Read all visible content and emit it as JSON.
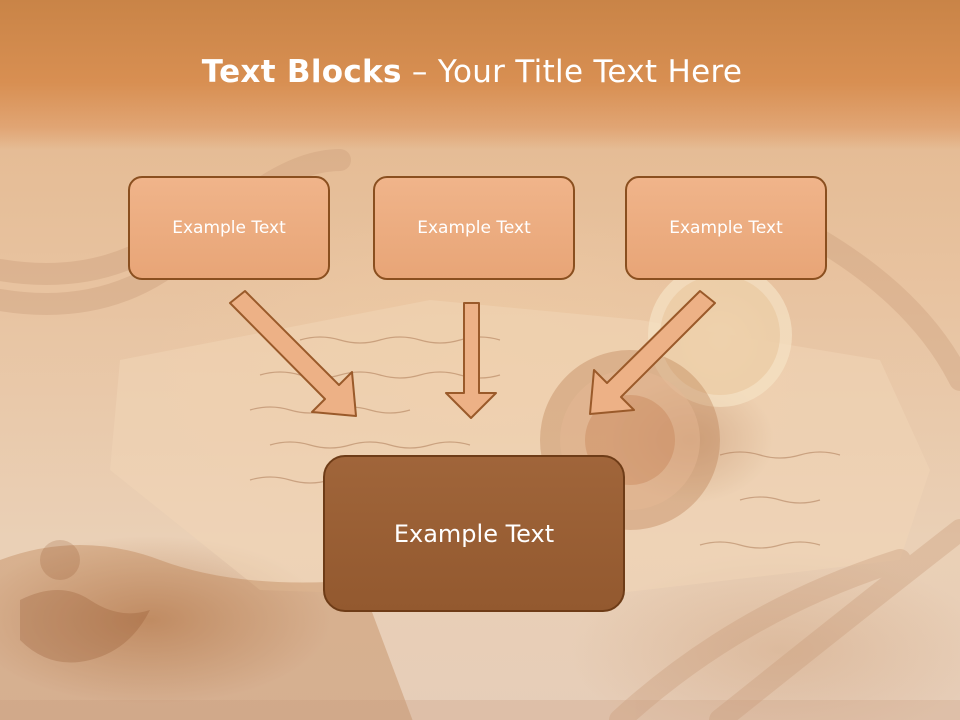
{
  "slide": {
    "title_bold": "Text Blocks",
    "title_separator": " – ",
    "title_rest": "Your Title Text Here"
  },
  "boxes": {
    "top_left": "Example Text",
    "top_center": "Example Text",
    "top_right": "Example Text",
    "main": "Example Text"
  },
  "colors": {
    "header": "#d88f52",
    "box_fill": "#eeb085",
    "box_border": "#8a4f1f",
    "main_box_fill": "#9a5f34",
    "arrow_fill": "#edb186",
    "arrow_stroke": "#9a5a2a"
  },
  "icons": {
    "arrow": "down-arrow-icon"
  }
}
